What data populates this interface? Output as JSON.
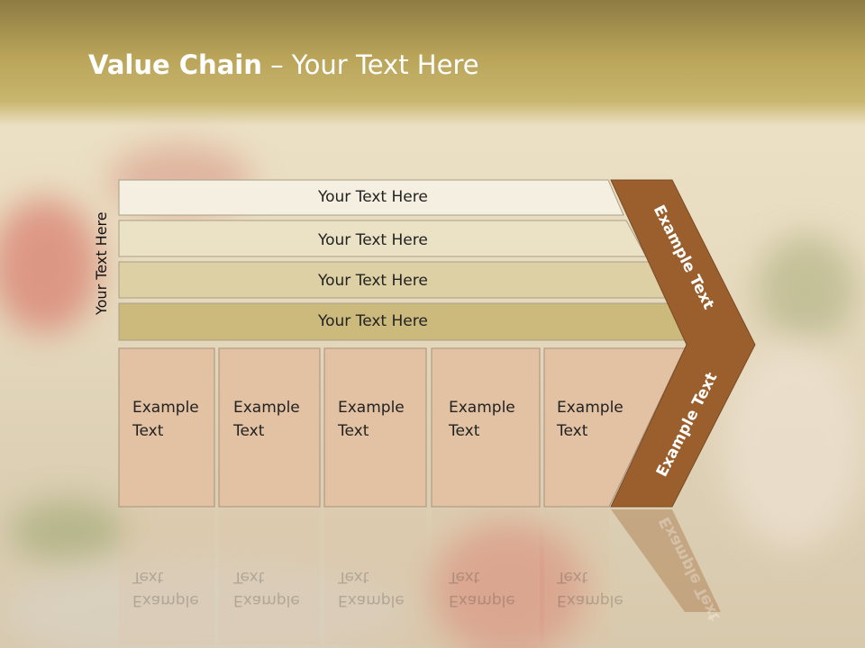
{
  "title": {
    "bold": "Value Chain",
    "rest": " – Your Text Here"
  },
  "side_label": "Your Text Here",
  "rows": [
    {
      "label": "Your Text Here",
      "color": "#f4efe0"
    },
    {
      "label": "Your Text Here",
      "color": "#ebe2c5"
    },
    {
      "label": "Your Text Here",
      "color": "#ddd0a5"
    },
    {
      "label": "Your Text Here",
      "color": "#ccba7d"
    }
  ],
  "boxes": [
    {
      "line1": "Example",
      "line2": "Text"
    },
    {
      "line1": "Example",
      "line2": "Text"
    },
    {
      "line1": "Example",
      "line2": "Text"
    },
    {
      "line1": "Example",
      "line2": "Text"
    },
    {
      "line1": "Example",
      "line2": "Text"
    }
  ],
  "chevron": {
    "upper": "Example Text",
    "lower": "Example Text",
    "color": "#9a5f2c"
  },
  "box_color": "#e2c2a3"
}
